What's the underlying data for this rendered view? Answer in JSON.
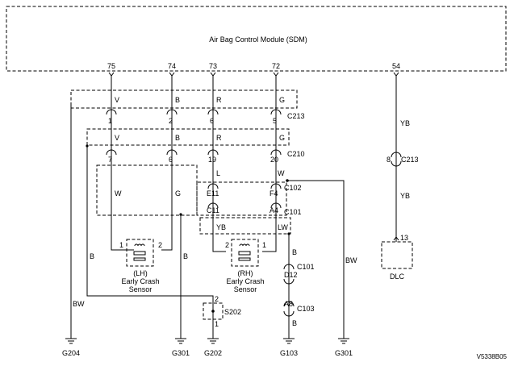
{
  "module": {
    "title": "Air Bag Control Module (SDM)"
  },
  "pins": [
    "75",
    "74",
    "73",
    "72",
    "54"
  ],
  "colors": {
    "c1_v": "V",
    "c1_b": "B",
    "c1_r": "R",
    "c1_g": "G",
    "c2_v": "V",
    "c2_b": "B",
    "c2_r": "R",
    "c2_g": "G",
    "lh_w": "W",
    "lh_g": "G",
    "rh_l": "L",
    "rh_w": "W",
    "rh_yb": "YB",
    "rh_lw": "LW",
    "yb_top": "YB",
    "yb_bot": "YB",
    "b_left": "B",
    "b_mid": "B",
    "b_c101": "B",
    "b_c103": "B",
    "bw_left": "BW",
    "bw_right": "BW"
  },
  "connectors": {
    "c213": "C213",
    "c213_pins": [
      "1",
      "2",
      "6",
      "5"
    ],
    "c210": "C210",
    "c210_pins": [
      "7",
      "6",
      "19",
      "20"
    ],
    "c102": "C102",
    "c102_pins": [
      "E11",
      "F4"
    ],
    "c101": "C101",
    "c101_pins": [
      "C11",
      "A4"
    ],
    "c101b": "C101",
    "c101b_pin": "D12",
    "c103": "C103",
    "c103_pin": "A8",
    "c213b": "C213",
    "c213b_pin": "8",
    "dlc_pin": "13"
  },
  "sensors": {
    "lh": {
      "pin1": "1",
      "pin2": "2",
      "side": "(LH)",
      "line1": "Early Crash",
      "line2": "Sensor"
    },
    "rh": {
      "pin1": "2",
      "pin2": "1",
      "side": "(RH)",
      "line1": "Early Crash",
      "line2": "Sensor"
    }
  },
  "splice": {
    "name": "S202",
    "pin_top": "2",
    "pin_bot": "1"
  },
  "dlc": {
    "label": "DLC"
  },
  "grounds": [
    "G204",
    "G301",
    "G202",
    "G103",
    "G301"
  ],
  "figure_id": "V5338B05"
}
